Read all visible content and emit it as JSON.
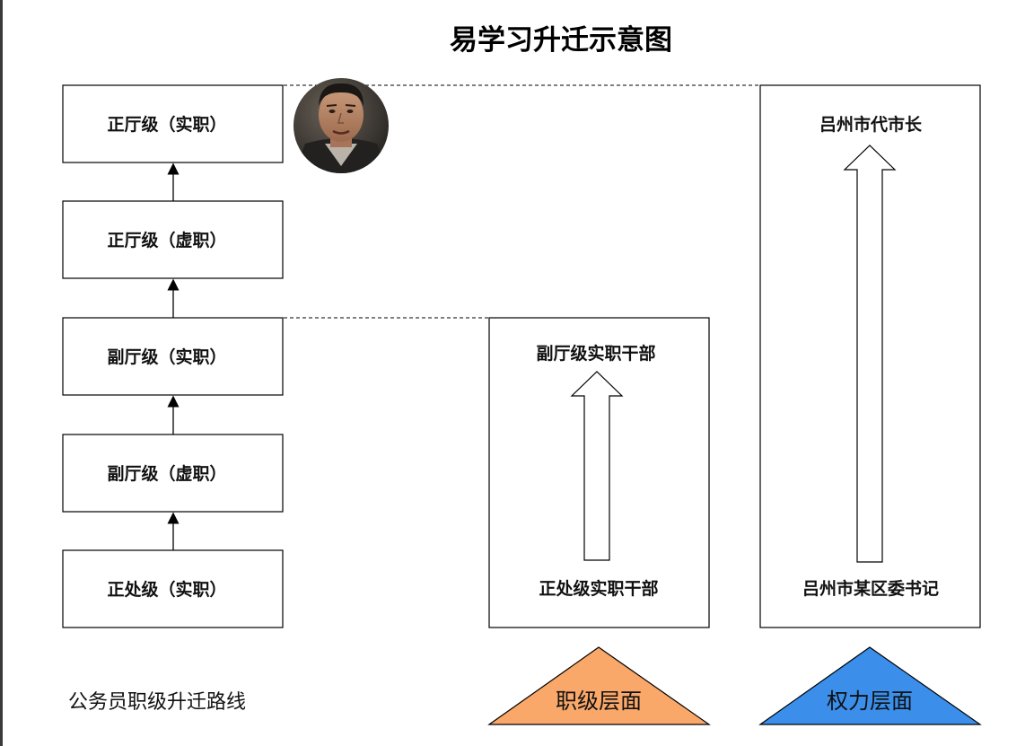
{
  "title": "易学习升迁示意图",
  "career_path": {
    "caption": "公务员职级升迁路线",
    "levels": [
      {
        "label": "正厅级（实职）"
      },
      {
        "label": "正厅级（虚职）"
      },
      {
        "label": "副厅级（实职）"
      },
      {
        "label": "副厅级（虚职）"
      },
      {
        "label": "正处级（实职）"
      }
    ]
  },
  "rank_panel": {
    "top_label": "副厅级实职干部",
    "bottom_label": "正处级实职干部",
    "triangle_label": "职级层面",
    "triangle_color": "#F9A86A"
  },
  "power_panel": {
    "top_label": "吕州市代市长",
    "bottom_label": "吕州市某区委书记",
    "triangle_label": "权力层面",
    "triangle_color": "#3B8EEA"
  },
  "portrait": {
    "icon": "person-portrait-icon"
  }
}
